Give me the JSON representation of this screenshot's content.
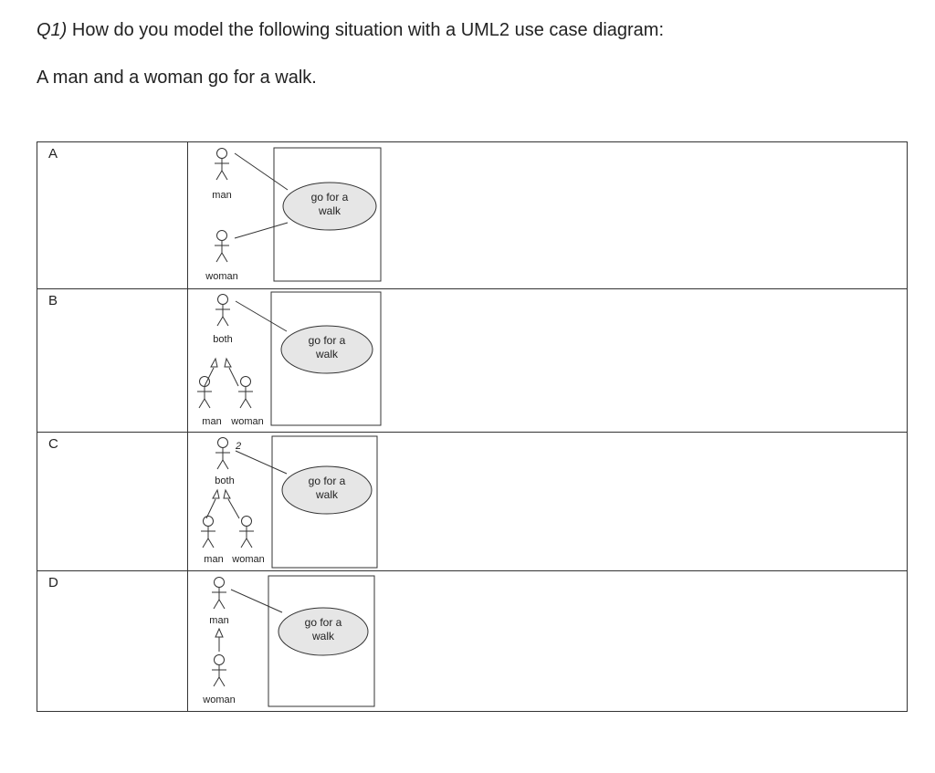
{
  "question": {
    "number": "Q1)",
    "text": "How do you model the following situation with a UML2 use case diagram:"
  },
  "prompt": "A man and a woman go for a walk.",
  "options": [
    {
      "letter": "A",
      "actors": [
        "man",
        "woman"
      ],
      "use_case_line1": "go for a",
      "use_case_line2": "walk"
    },
    {
      "letter": "B",
      "actors": [
        "both",
        "man",
        "woman"
      ],
      "use_case_line1": "go for a",
      "use_case_line2": "walk"
    },
    {
      "letter": "C",
      "multiplicity": "2",
      "actors": [
        "both",
        "man",
        "woman"
      ],
      "use_case_line1": "go for a",
      "use_case_line2": "walk"
    },
    {
      "letter": "D",
      "actors": [
        "man",
        "woman"
      ],
      "use_case_line1": "go for a",
      "use_case_line2": "walk"
    }
  ]
}
